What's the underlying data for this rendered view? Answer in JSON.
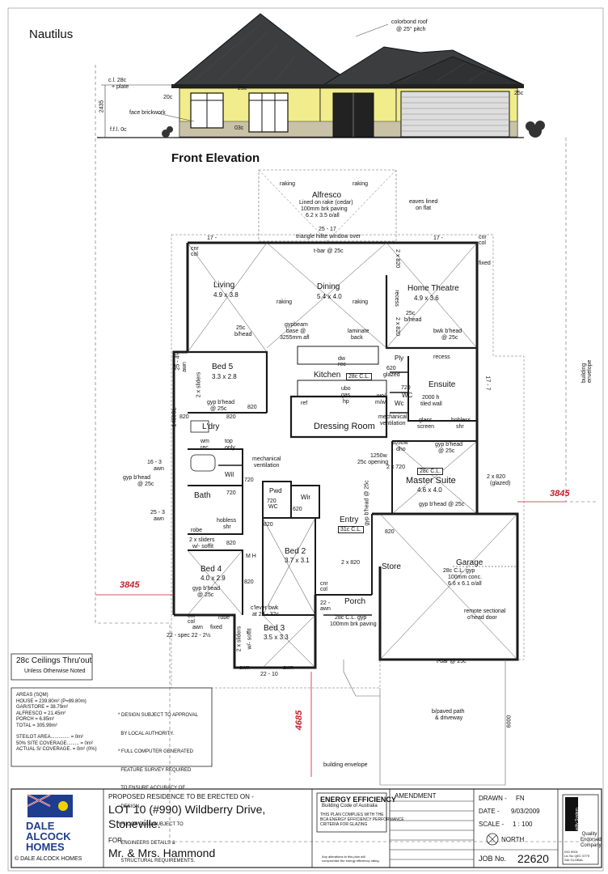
{
  "plan": {
    "name": "Nautilus",
    "front_elevation": "Front Elevation",
    "roof_note": "colorbond roof",
    "roof_pitch": "@ 25° pitch",
    "elev": {
      "cl": "c.l. 28c",
      "plate": "+ plate",
      "height": "2435",
      "face_brick": "face brickwork",
      "ffl": "f.f.l. 0c",
      "c20": "20c",
      "c25a": "25c",
      "c25b": "25c",
      "c03": "03c"
    },
    "rooms": {
      "alfresco": "Alfresco",
      "alfresco_note1": "Lined on rake (cedar)",
      "alfresco_note2": "100mm brk paving",
      "alfresco_size": "6.2 x 3.5 o/all",
      "living": "Living",
      "living_size": "4.9 x 3.8",
      "dining": "Dining",
      "dining_size": "5.4 x 4.0",
      "theatre": "Home Theatre",
      "theatre_size": "4.9 x 3.6",
      "bed5": "Bed 5",
      "bed5_size": "3.3 x 2.8",
      "kitchen": "Kitchen",
      "kitchen_cl": "28c C.L.",
      "ensuite": "Ensuite",
      "laundry": "L'dry",
      "dressing": "Dressing Room",
      "master": "Master Suite",
      "master_cl": "28c C.L.",
      "master_size": "4.6 x 4.0",
      "bath": "Bath",
      "wil": "Wil",
      "pwd": "Pwd",
      "wir": "Wir",
      "entry": "Entry",
      "entry_cl": "31c C.L.",
      "bed2": "Bed 2",
      "bed2_size": "3.7 x 3.1",
      "bed4": "Bed 4",
      "bed4_size": "4.0 x 2.9",
      "bed3": "Bed 3",
      "bed3_size": "3.5 x 3.3",
      "store": "Store",
      "garage": "Garage",
      "garage_note1": "28c C.L. gyp",
      "garage_note2": "100mm conc.",
      "garage_size": "6.6 x 6.1 o/all",
      "porch": "Porch",
      "porch_note1": "28c C.L. gyp",
      "porch_note2": "100mm brk paving",
      "ply": "Ply",
      "wc1": "WC",
      "wc2": "Wc",
      "pwd_wc": "WC"
    },
    "notes": {
      "raking1": "raking",
      "raking2": "raking",
      "raking3": "raking",
      "raking4": "raking",
      "eaves": "eaves lined",
      "eaves2": "on flat",
      "triangle": "triangle hilite window over",
      "tbar": "t-bar @ 25c",
      "tbar2": "t-bar @ 25c",
      "dim_25_17": "25 - 17",
      "dim_17a": "17 -",
      "dim_17b": "17 -",
      "gypbeam": "gypbeam",
      "gypbeam2": "base @",
      "gypbeam3": "3255mm afl",
      "laminate": "laminate",
      "laminate2": "back",
      "bwk_bhead": "bwk b'head",
      "at25": "@ 25c",
      "recess": "recess",
      "recess2": "recess",
      "bhead_25": "25c",
      "bhead2": "b/head",
      "glazed": "620",
      "glazed2": "glazed",
      "tiled": "2000 h",
      "tiled2": "tiled wall",
      "mech": "mechanical",
      "mech2": "ventilation",
      "mech3": "mechanical",
      "mech4": "ventilation",
      "glass": "glass",
      "glass2": "screen",
      "hobless": "hobless",
      "hobless2": "shr",
      "hobless3": "hobless",
      "hobless4": "shr",
      "opening": "1250w",
      "opening2": "25c opening",
      "gypbhead": "gyp b'head",
      "gypbhead2": "@ 25c",
      "gypbhead3": "gyp b'head",
      "gypbhead4": "@ 25c",
      "gypbhead5": "gyp b'head",
      "gypbhead6": "@ 25c",
      "gypbhead7": "gyp b'head",
      "gypbhead8": "@ 25c",
      "gypbhead9": "gyp b'head @ 25c",
      "gypbhead10": "gyp b'head @ 25c",
      "sliders": "2 x sliders",
      "sliders2": "w/- soffit",
      "sliders3": "2 x sliders",
      "sliders4": "w/- soffit",
      "dw": "dw",
      "rec": "rec",
      "ubo": "ubo",
      "gas": "gas",
      "hp": "hp",
      "ref": "ref",
      "wm": "wm",
      "rec2": "rec",
      "top": "top",
      "only": "only",
      "wo": "wo/",
      "mw": "m/w",
      "robe": "robe",
      "robe2": "robe",
      "dho": "1050w",
      "dho2": "dho",
      "remote": "remote sectional",
      "remote2": "o'head door",
      "paved": "b/paved path",
      "paved2": "& driveway",
      "envelope": "building envelope",
      "envelope2": "building envelope",
      "clever": "c'lever bwk",
      "clever2": "at 29 - 32c",
      "awn": "awn",
      "awn2": "awn",
      "awn3": "awn",
      "awn4": "awn",
      "fixed": "fixed",
      "fixed2": "fixed",
      "fixed3": "fixed",
      "cnr": "cnr",
      "col": "col",
      "cnr2": "cnr",
      "col2": "col",
      "cnr3": "cnr",
      "col3": "col",
      "cnr4": "cnr",
      "col4": "col",
      "mh": "M H"
    },
    "doors": {
      "d820a": "820",
      "d820b": "820",
      "d820c": "820",
      "d820d": "820",
      "d820e": "820",
      "d820f": "820",
      "d820g": "820",
      "d720a": "720",
      "d720b": "720",
      "d720c": "720",
      "d720d": "720",
      "d620a": "620",
      "d620b": "620",
      "d2x820a": "2 x 820",
      "d2x820b": "2 x 820",
      "d2x820c": "2 x 820",
      "d2x720": "2 x 720",
      "d2x820g": "2 x 820",
      "d2x820g2": "(glazed)"
    },
    "dims": {
      "d3845a": "3845",
      "d3845b": "3845",
      "d4685": "4685",
      "d6000": "6000",
      "w1": "25 - 4½",
      "w2": "1450SL",
      "w3": "16 - 3",
      "w4": "25 - 3",
      "w5": "22 - spec  22 - 2½",
      "w6": "22 - 10",
      "w7": "17 - 7",
      "w8": "17 -",
      "w9": "22 -"
    }
  },
  "ceilings": {
    "title": "28c Ceilings Thru'out",
    "sub": "Unless Otherwise Noted"
  },
  "areas": {
    "heading": "AREAS (SQM)",
    "rows": [
      "HOUSE     = 239.80m² (P=89.80m)",
      "GAR/STORE = 38.79m²",
      "ALFRESCO  = 21.45m²",
      "PORCH     = 6.85m²",
      "TOTAL     = 305.99m²"
    ],
    "rows2": [
      "STEILOT AREA.............. = 0m²",
      "50% SITE COVERAGE......... = 0m²",
      "ACTUAL S/ COVERAGE. = 0m² (0%)"
    ],
    "notes": [
      "* DESIGN SUBJECT TO APPROVAL",
      "  BY LOCAL AUTHORITY.",
      "* FULL COMPUTER GENERATED",
      "  FEATURE SURVEY REQUIRED",
      "  TO ENSURE ACCURACY OF",
      "  DESIGN.",
      "* FLOOR PLAN SUBJECT TO",
      "  ENGINEERS DETAILS &",
      "  STRUCTURAL REQUIREMENTS."
    ]
  },
  "title_block": {
    "company1": "DALE",
    "company2": "ALCOCK",
    "company3": "HOMES",
    "copyright": "© DALE ALCOCK HOMES",
    "proposed": "PROPOSED RESIDENCE TO BE ERECTED ON -",
    "lot": "LOT 10 (#990) Wildberry Drive,",
    "suburb": "Stoneville.",
    "for": "FOR -",
    "client": "Mr. & Mrs. Hammond",
    "energy_title": "ENERGY EFFICIENCY",
    "energy_sub": "Building Code of Australia",
    "energy_n1": "THIS PLAN COMPLIES WITH THE",
    "energy_n2": "BCA ENERGY EFFICIENCY PERFORMANCE",
    "energy_n3": "CRITERIA FOR GLAZING",
    "energy_foot1": "Any alterations to this plan will",
    "energy_foot2": "compromise the energy efficiency rating",
    "amendment": "AMENDMENT",
    "drawn_label": "DRAWN -",
    "drawn": "FN",
    "date_label": "DATE -",
    "date": "9/03/2009",
    "scale_label": "SCALE -",
    "scale": "1 : 100",
    "north": "NORTH",
    "job_label": "JOB No.",
    "job": "22620",
    "quality1": "Quality System",
    "quality2": "Quality",
    "quality3": "Endorsed",
    "quality4": "Company",
    "quality5": "ISO 9001",
    "quality6": "Lic No QEC 5779",
    "quality7": "SAI GLOBAL"
  },
  "colors": {
    "wall": "#1a1a1a",
    "yellow": "#f1ec8c",
    "roof": "#3b3d3e",
    "red": "#c8202a",
    "brick": "#c9c2a6"
  }
}
